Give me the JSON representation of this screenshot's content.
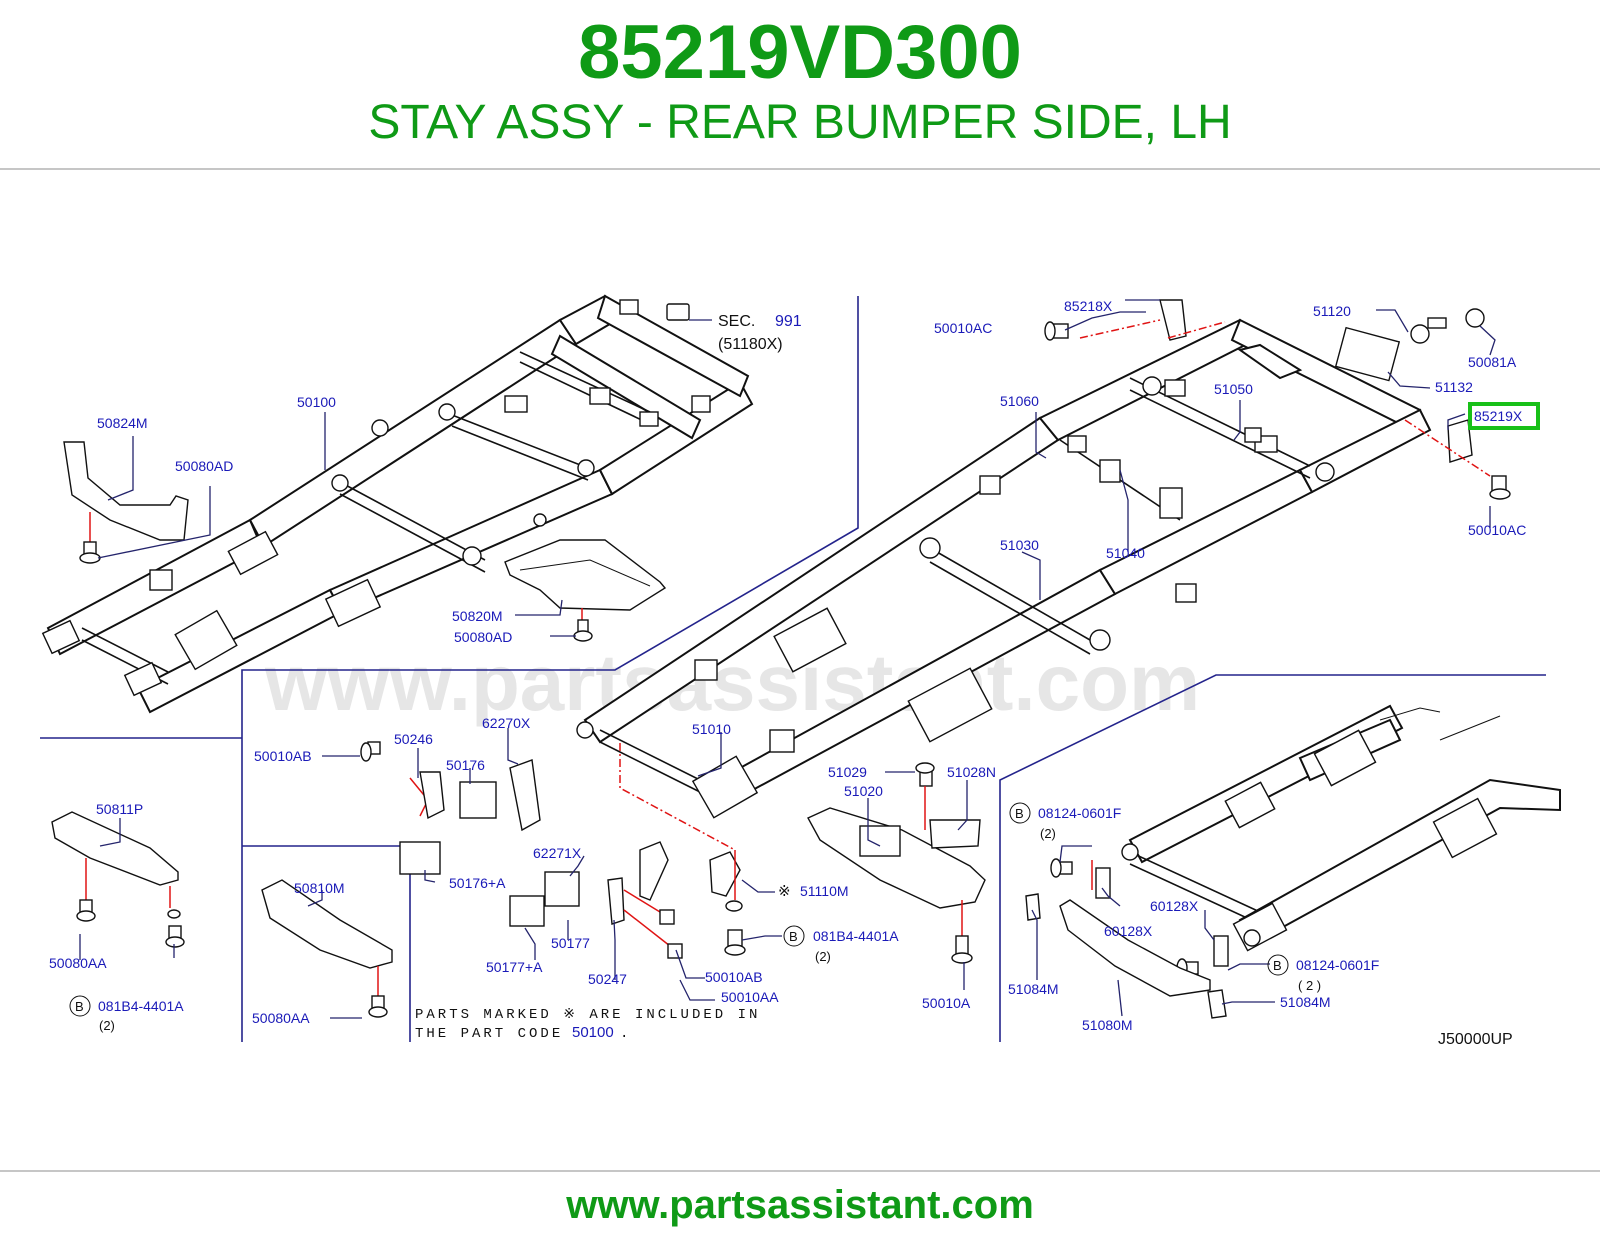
{
  "header": {
    "part_number": "85219VD300",
    "description": "STAY ASSY - REAR BUMPER SIDE, LH"
  },
  "footer": {
    "url": "www.partsassistant.com"
  },
  "watermark": "www.partsassistant.com",
  "colors": {
    "brand_green": "#0f9a16",
    "label_blue": "#1a1ab8",
    "highlight": "#18c018",
    "leader_red": "#e01414"
  },
  "diagram": {
    "code": "J50000UP",
    "highlighted_part": "85219X",
    "sec": {
      "prefix": "SEC.",
      "number": "991",
      "sub": "(51180X)"
    },
    "note": {
      "line1": "PARTS MARKED ※ ARE INCLUDED IN",
      "line2": "THE PART CODE",
      "code": "50100",
      "end": "."
    },
    "b_marker": "B",
    "labels": {
      "l50824M": "50824M",
      "l50080AD_a": "50080AD",
      "l50100": "50100",
      "l50820M": "50820M",
      "l50080AD_b": "50080AD",
      "l50010AC_a": "50010AC",
      "l85218X": "85218X",
      "l51120": "51120",
      "l50081A": "50081A",
      "l51132": "51132",
      "l51050": "51050",
      "l51060": "51060",
      "l85219X": "85219X",
      "l50010AC_b": "50010AC",
      "l51030": "51030",
      "l51040": "51040",
      "l51010": "51010",
      "l50010AB_a": "50010AB",
      "l50246": "50246",
      "l62270X": "62270X",
      "l50176": "50176",
      "l50811P": "50811P",
      "l50176A": "50176+A",
      "l62271X": "62271X",
      "l51110M": "51110M",
      "l50177": "50177",
      "l50177A": "50177+A",
      "l50247": "50247",
      "l50010AB_b": "50010AB",
      "l50010AA": "50010AA",
      "l081B4_a": "081B4-4401A",
      "l081B4_a_qty": "(2)",
      "l50080AA_a": "50080AA",
      "l081B4_b": "081B4-4401A",
      "l081B4_b_qty": "(2)",
      "l50810M": "50810M",
      "l50080AA_b": "50080AA",
      "l51029": "51029",
      "l51028N": "51028N",
      "l51020": "51020",
      "l50010A": "50010A",
      "l08124_a": "08124-0601F",
      "l08124_a_qty": "(2)",
      "l60128X_a": "60128X",
      "l60128X_b": "60128X",
      "l08124_b": "08124-0601F",
      "l08124_b_qty": "( 2 )",
      "l51084M_a": "51084M",
      "l51084M_b": "51084M",
      "l51080M": "51080M"
    }
  }
}
